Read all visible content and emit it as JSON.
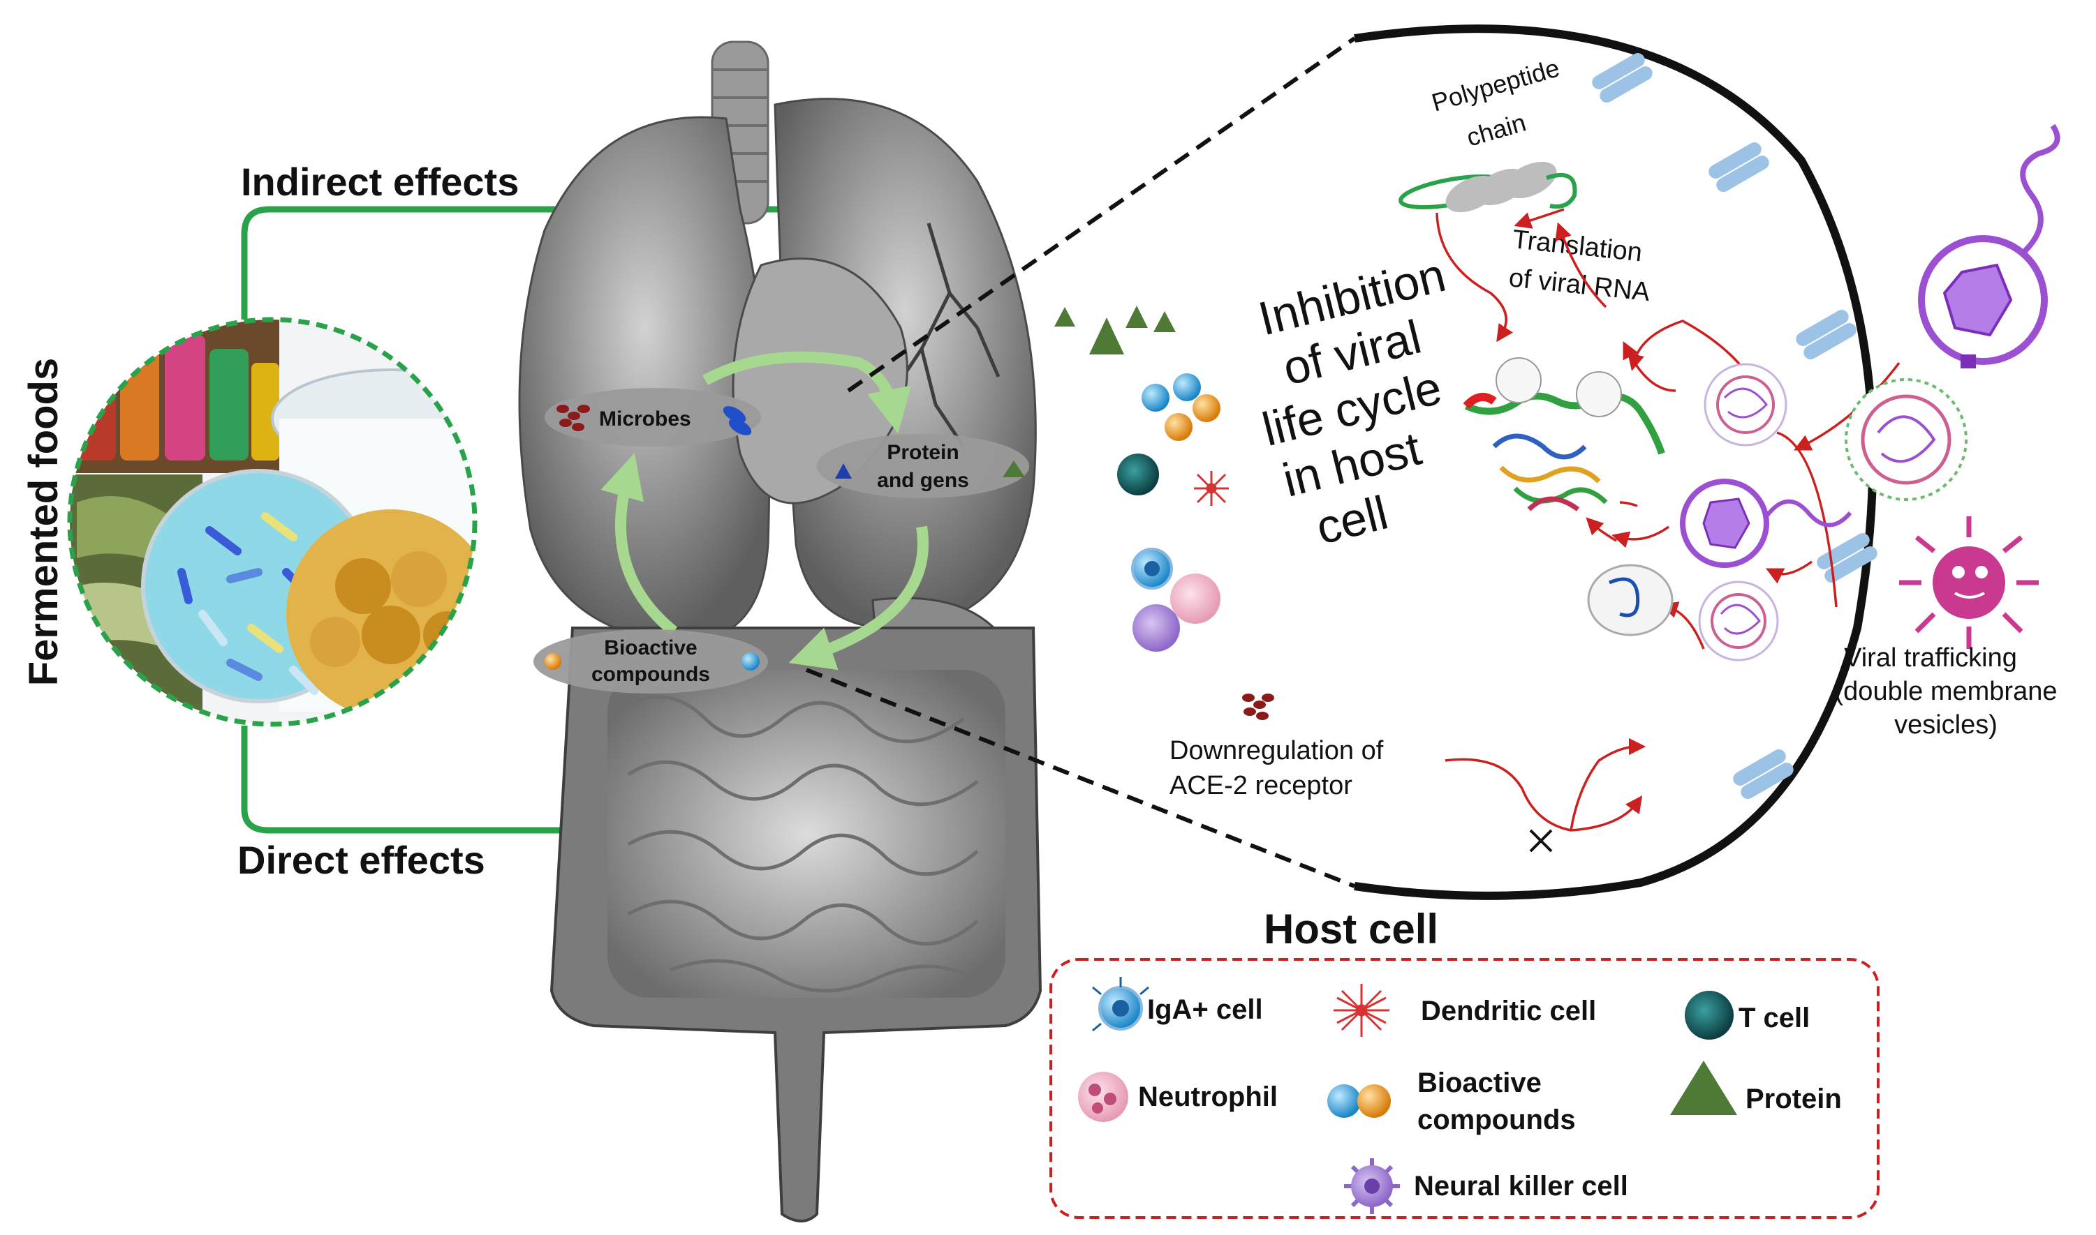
{
  "labels": {
    "fermented_foods": "Fermented foods",
    "indirect_effects": "Indirect effects",
    "direct_effects": "Direct effects",
    "microbes": "Microbes",
    "protein_gens_1": "Protein",
    "protein_gens_2": "and gens",
    "bioactive_1": "Bioactive",
    "bioactive_2": "compounds",
    "inhibition": [
      "Inhibition",
      "of viral",
      "life cycle",
      "in host",
      "cell"
    ],
    "polypeptide": [
      "Polypeptide",
      "chain"
    ],
    "translation": [
      "Translation",
      "of viral RNA"
    ],
    "downregulation": [
      "Downregulation of",
      "ACE-2 receptor"
    ],
    "viral_trafficking": [
      "Viral trafficking",
      "(double membrane",
      "vesicles)"
    ],
    "host_cell_title": "Host cell"
  },
  "legend": {
    "iga": "IgA+ cell",
    "dendritic": "Dendritic cell",
    "tcell": "T cell",
    "neutrophil": "Neutrophil",
    "bioactive_1": "Bioactive",
    "bioactive_2": "compounds",
    "protein": "Protein",
    "nk": "Neural killer cell"
  },
  "colors": {
    "effect_arrow": "#2aa24a",
    "cycle_arrow": "#a6d88f",
    "legend_border": "#cc1f1f",
    "protein_triangle": "#4e7a35",
    "viral_arrow": "#cc1f1f",
    "vesicle_purple": "#9b4fd1",
    "membrane_blue": "#9cc3e6"
  }
}
